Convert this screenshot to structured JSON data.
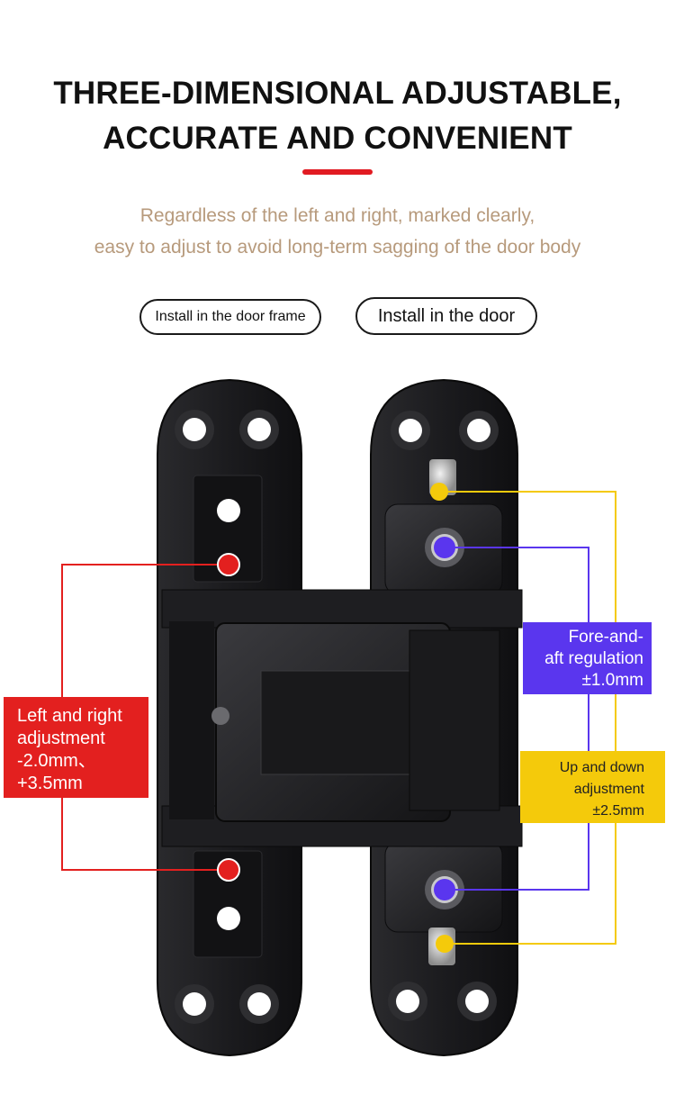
{
  "heading": {
    "line1": "THREE-DIMENSIONAL ADJUSTABLE,",
    "line2": "ACCURATE AND CONVENIENT"
  },
  "subheading": {
    "line1": "Regardless of the left and right, marked clearly,",
    "line2": "easy to adjust to avoid long-term sagging of the door body"
  },
  "buttons": {
    "frame": "Install in the door frame",
    "door": "Install in the door"
  },
  "labels": {
    "left_right": [
      "Left and right",
      "adjustment",
      "-2.0mm、",
      "+3.5mm"
    ],
    "fore_aft": [
      "Fore-and-",
      "aft regulation",
      "±1.0mm"
    ],
    "up_down": [
      "Up and down",
      "adjustment",
      "±2.5mm"
    ]
  },
  "colors": {
    "accent_red": "#e11b22",
    "label_red": "#e3201f",
    "label_purple": "#5a36ee",
    "label_yellow": "#f4ca0b",
    "subtitle_tan": "#b79a7c",
    "hinge_black": "#1b1b1d"
  }
}
